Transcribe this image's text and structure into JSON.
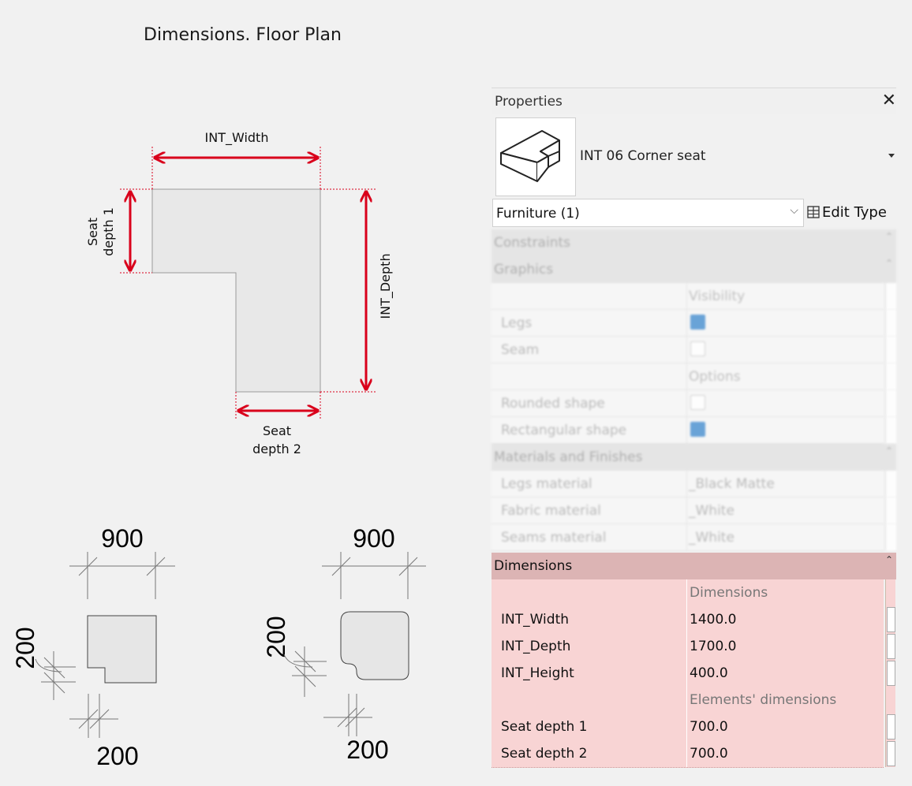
{
  "page_title": "Dimensions. Floor Plan",
  "diagram": {
    "labels": {
      "width": "INT_Width",
      "depth": "INT_Depth",
      "seat_depth_1_line1": "Seat",
      "seat_depth_1_line2": "depth 1",
      "seat_depth_2_line1": "Seat",
      "seat_depth_2_line2": "depth 2"
    },
    "symbols": [
      {
        "top": "900",
        "left": "200",
        "bottom": "200"
      },
      {
        "top": "900",
        "left": "200",
        "bottom": "200"
      }
    ],
    "colors": {
      "dimension": "#d9001b",
      "shape_fill": "#e8e8e8",
      "shape_stroke": "#9a9a9a"
    }
  },
  "properties": {
    "title": "Properties",
    "type_name": "INT 06 Corner seat",
    "category": "Furniture (1)",
    "edit_type": "Edit Type",
    "sections": [
      {
        "name": "Constraints"
      },
      {
        "name": "Graphics",
        "rows": [
          {
            "sub": "Visibility"
          },
          {
            "label": "Legs",
            "checked": true
          },
          {
            "label": "Seam",
            "checked": false
          },
          {
            "sub": "Options"
          },
          {
            "label": "Rounded shape",
            "checked": false
          },
          {
            "label": "Rectangular shape",
            "checked": true
          }
        ]
      },
      {
        "name": "Materials and Finishes",
        "rows": [
          {
            "label": "Legs material",
            "value": "_Black Matte"
          },
          {
            "label": "Fabric material",
            "value": "_White"
          },
          {
            "label": "Seams material",
            "value": "_White"
          }
        ]
      }
    ],
    "dimensions": {
      "name": "Dimensions",
      "rows": [
        {
          "sub": "Dimensions"
        },
        {
          "label": "INT_Width",
          "value": "1400.0"
        },
        {
          "label": "INT_Depth",
          "value": "1700.0"
        },
        {
          "label": "INT_Height",
          "value": "400.0"
        },
        {
          "sub": "Elements' dimensions"
        },
        {
          "label": "Seat depth 1",
          "value": "700.0"
        },
        {
          "label": "Seat depth 2",
          "value": "700.0"
        }
      ]
    }
  }
}
